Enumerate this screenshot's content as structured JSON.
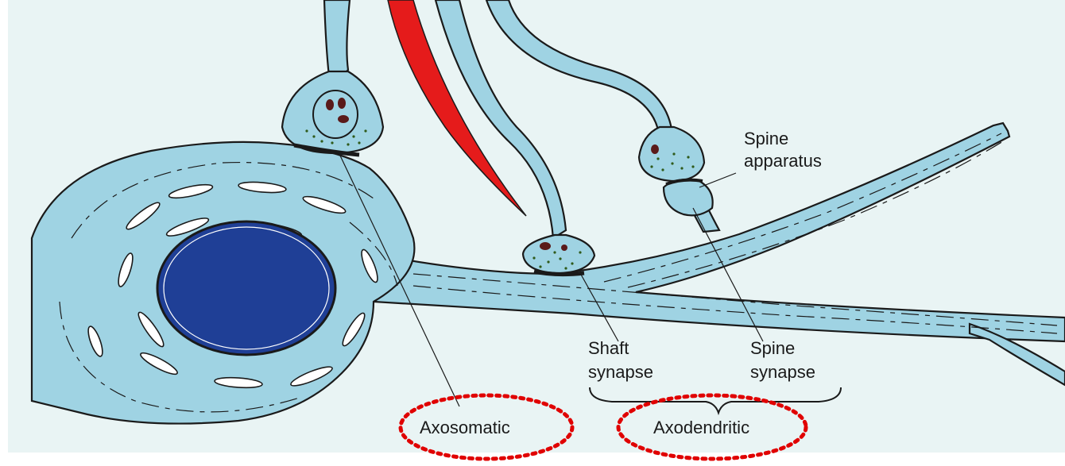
{
  "labels": {
    "spine_apparatus_line1": "Spine",
    "spine_apparatus_line2": "apparatus",
    "shaft_synapse_line1": "Shaft",
    "shaft_synapse_line2": "synapse",
    "spine_synapse_line1": "Spine",
    "spine_synapse_line2": "synapse",
    "axosomatic": "Axosomatic",
    "axodendritic": "Axodendritic"
  },
  "colors": {
    "background": "#e9f4f4",
    "cell": "#9fd3e3",
    "nucleus": "#1f3f96",
    "red_axon": "#e51b1b",
    "ink": "#1a1a1a",
    "highlight": "#e00000"
  }
}
